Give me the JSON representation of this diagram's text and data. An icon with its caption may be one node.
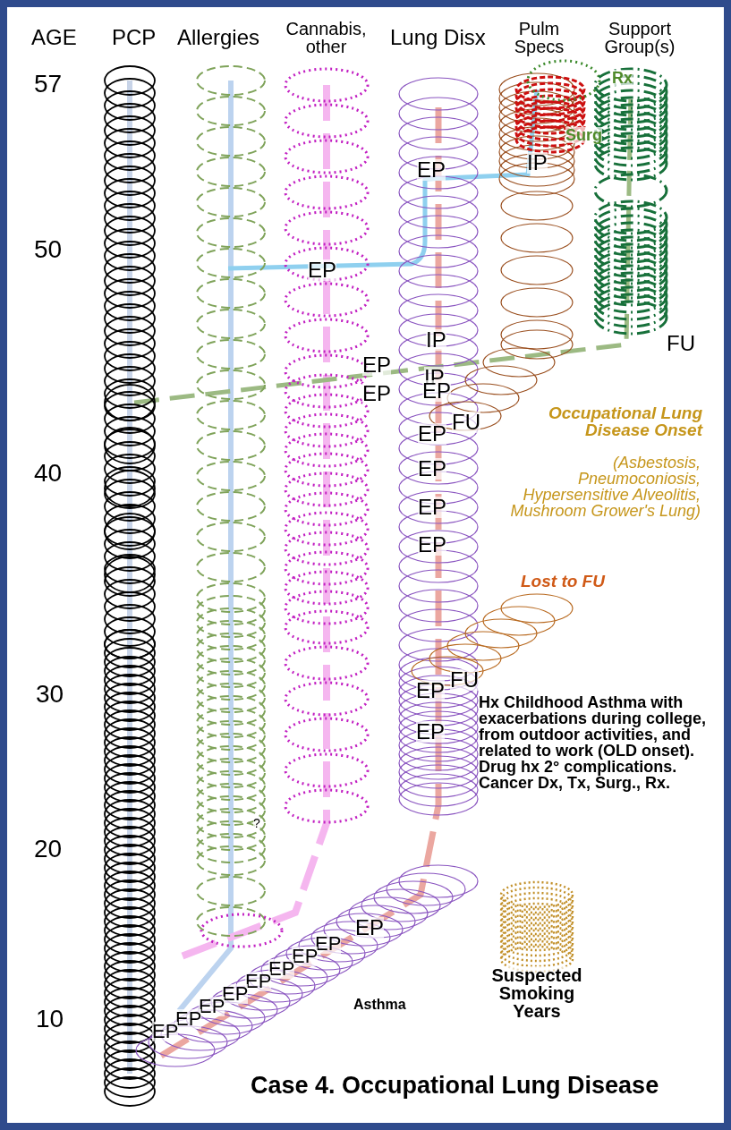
{
  "diagram": {
    "title": "Case 4. Occupational Lung Disease",
    "labels": [
      "AGE",
      "PCP",
      "Allergies",
      "Cannabis, other",
      "Lung Disx",
      "Pulm Specs",
      "Support Group(s)",
      "57",
      "Rx",
      "Surg",
      "EP",
      "IP",
      "50",
      "EP",
      "IP",
      "FU",
      "EP",
      "IP",
      "EP",
      "EP",
      "FU",
      "EP",
      "Occupational Lung Disease Onset",
      "(Asbestosis, Pneumoconiosis, Hypersensitive Alveolitis, Mushroom Grower's Lung)",
      "40",
      "EP",
      "EP",
      "EP",
      "Lost to FU",
      "30",
      "EP",
      "FU",
      "Hx Childhood Asthma with exacerbations during college, from outdoor activities, and related to work (OLD onset). Drug hx 2° complications. Cancer Dx, Tx, Surg., Rx.",
      "EP",
      "?",
      "20",
      "EP",
      "EP",
      "EP",
      "EP",
      "EP",
      "EP",
      "EP",
      "EP",
      "Suspected Smoking Years",
      "Asthma",
      "10",
      "EP"
    ]
  }
}
